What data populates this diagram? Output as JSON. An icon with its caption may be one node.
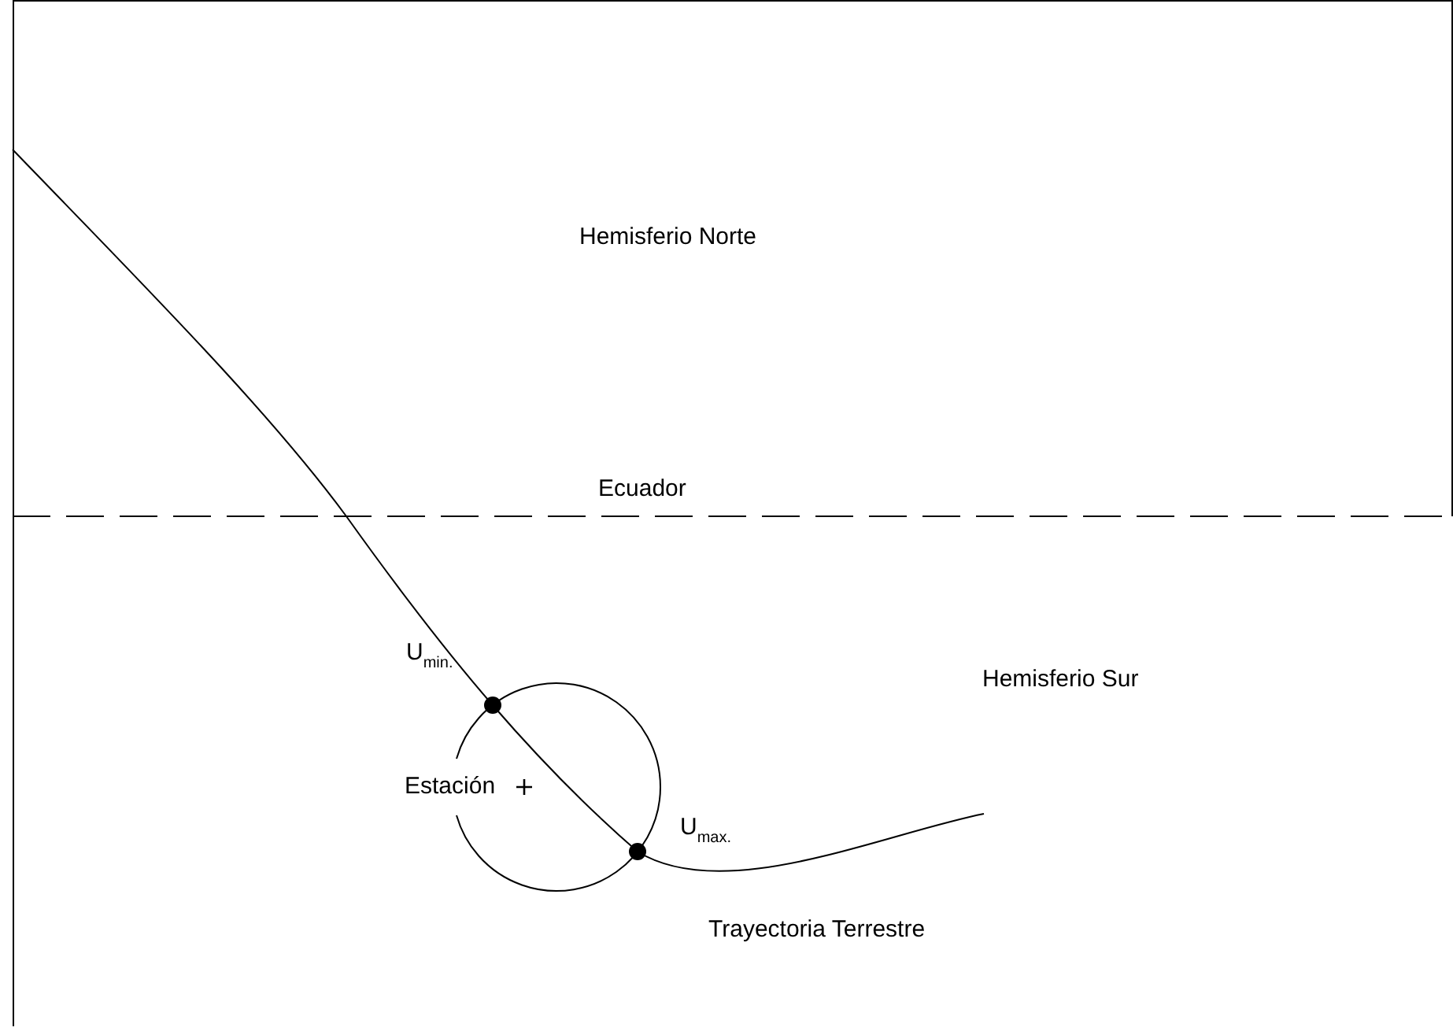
{
  "diagram": {
    "labels": [
      "Hemisferio Norte",
      "Ecuador",
      "U$_{min.}$",
      "Hemisferio Sur",
      "Estación",
      "U$_{max.}$",
      "Trayectoria Terrestre"
    ]
  }
}
